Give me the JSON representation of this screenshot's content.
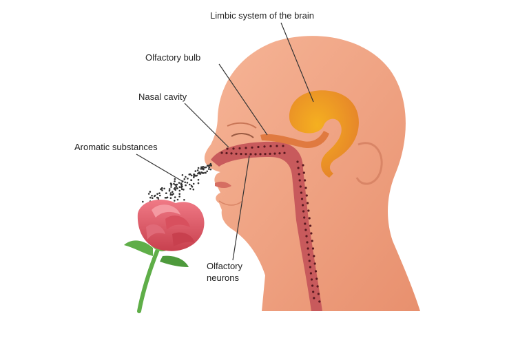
{
  "labels": {
    "limbic": "Limbic system of the brain",
    "bulb": "Olfactory bulb",
    "nasal": "Nasal cavity",
    "aromatic": "Aromatic substances",
    "neurons_line1": "Olfactory",
    "neurons_line2": "neurons"
  },
  "colors": {
    "skin": "#f2a383",
    "skin_shadow": "#e08b6b",
    "nasal_passage": "#c2575a",
    "limbic": "#f0a020",
    "bulb": "#e07a40",
    "rose": "#e05a6a",
    "leaf": "#5fae48"
  }
}
